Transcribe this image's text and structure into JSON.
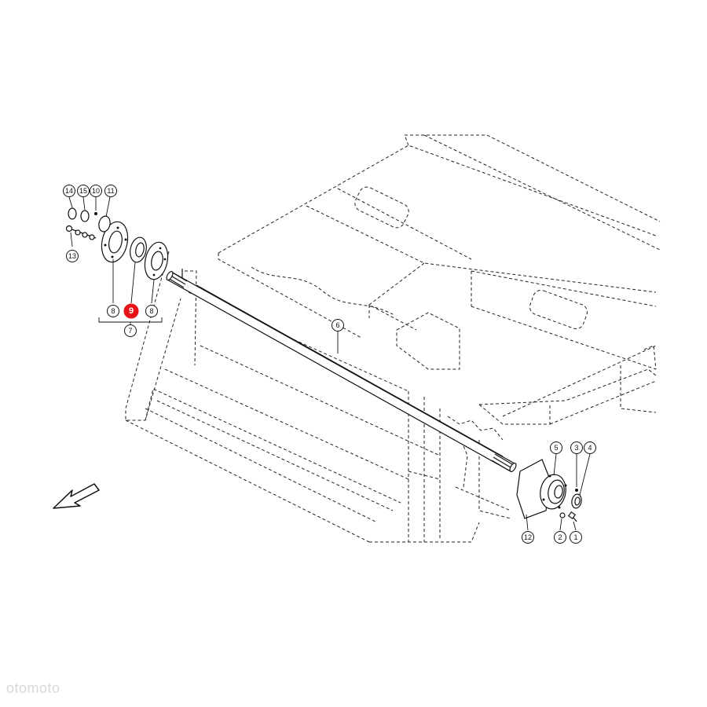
{
  "diagram": {
    "callouts": {
      "c1": "1",
      "c2": "2",
      "c3": "3",
      "c4": "4",
      "c5": "5",
      "c6": "6",
      "c7": "7",
      "c8a": "8",
      "c8b": "8",
      "c9": "9",
      "c10": "10",
      "c11": "11",
      "c12": "12",
      "c13": "13",
      "c14": "14",
      "c15": "15"
    },
    "highlighted_part": "9",
    "highlight_color": "#e8141b",
    "direction_icon": "arrow-front-icon"
  },
  "watermark": "otomoto"
}
